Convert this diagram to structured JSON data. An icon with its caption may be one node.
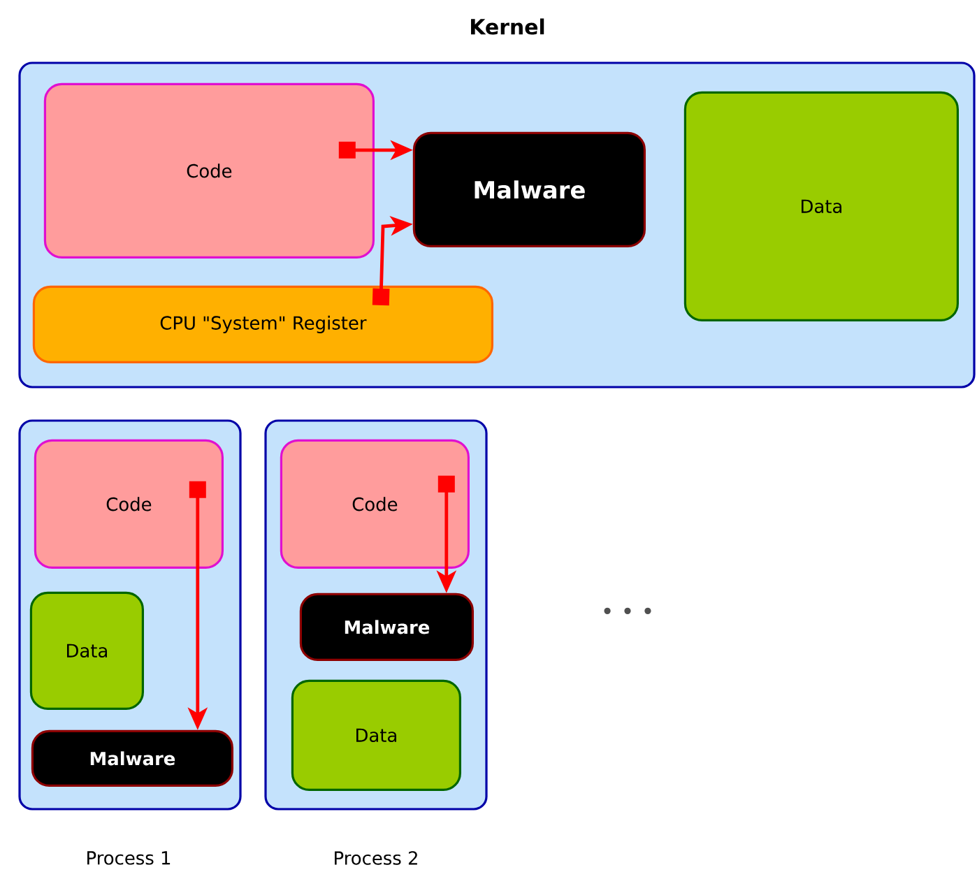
{
  "diagram": {
    "nodes": [
      {
        "text": [
          "Kernel"
        ]
      },
      {
        "text": [
          "Code"
        ],
        "in": 0
      },
      {
        "text": [
          "Malware"
        ],
        "in": 0
      },
      {
        "text": [
          "Data"
        ],
        "in": 0
      },
      {
        "text": [
          "CPU \"System\" Register"
        ],
        "in": 0
      },
      {
        "text": [
          "Process 1"
        ]
      },
      {
        "text": [
          "Code"
        ],
        "in": 5
      },
      {
        "text": [
          "Data"
        ],
        "in": 5
      },
      {
        "text": [
          "Malware"
        ],
        "in": 5
      },
      {
        "text": [
          "Process 2"
        ]
      },
      {
        "text": [
          "Code"
        ],
        "in": 9
      },
      {
        "text": [
          "Malware"
        ],
        "in": 9
      },
      {
        "text": [
          "Data"
        ],
        "in": 9
      }
    ],
    "edges": [
      {
        "from": 1,
        "to": 2,
        "arrow": "to"
      },
      {
        "from": 4,
        "to": 2,
        "arrow": "to"
      },
      {
        "from": 6,
        "to": 8,
        "arrow": "to"
      },
      {
        "from": 10,
        "to": 11,
        "arrow": "to"
      }
    ],
    "labels": [
      "• • •"
    ]
  }
}
